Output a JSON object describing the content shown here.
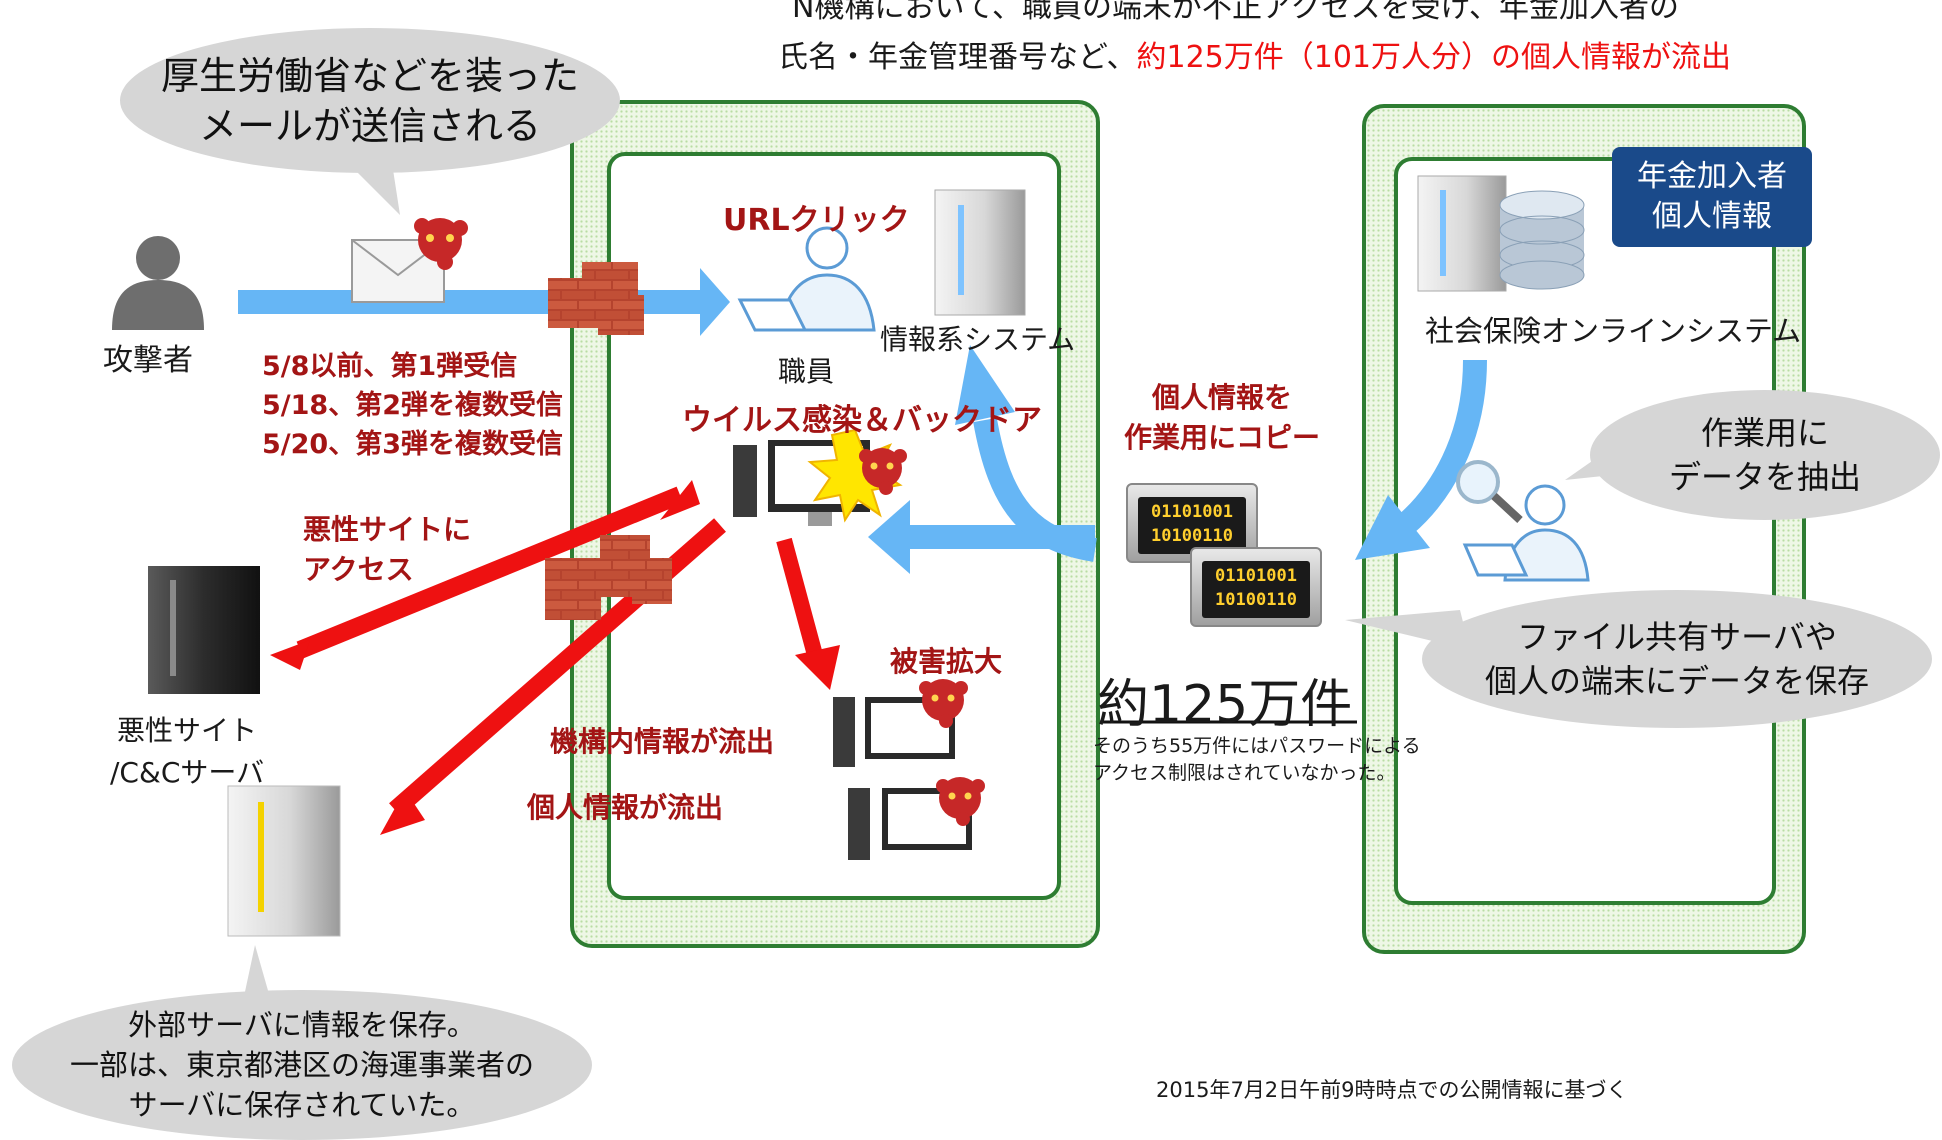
{
  "header": {
    "line1": "N機構において、職員の端末が不正アクセスを受け、年金加入者の",
    "line2_prefix": "氏名・年金管理番号など、",
    "line2_highlight": "約125万件（101万人分）の個人情報が流出"
  },
  "bubbles": {
    "phishing": {
      "line1": "厚生労働省などを装った",
      "line2": "メールが送信される"
    },
    "extract": {
      "line1": "作業用に",
      "line2": "データを抽出"
    },
    "save": {
      "line1": "ファイル共有サーバや",
      "line2": "個人の端末にデータを保存"
    },
    "external": {
      "line1": "外部サーバに情報を保存。",
      "line2": "一部は、東京都港区の海運事業者の",
      "line3": "サーバに保存されていた。"
    }
  },
  "labels": {
    "attacker": "攻撃者",
    "employee": "職員",
    "url_click": "URLクリック",
    "info_system": "情報系システム",
    "timeline": [
      "5/8以前、第1弾受信",
      "5/18、第2弾を複数受信",
      "5/20、第3弾を複数受信"
    ],
    "virus": "ウイルス感染＆バックドア",
    "malicious_access": {
      "line1": "悪性サイトに",
      "line2": "アクセス"
    },
    "malicious_site": {
      "line1": "悪性サイト",
      "line2": "/C&Cサーバ"
    },
    "damage_spread": "被害拡大",
    "internal_leak": "機構内情報が流出",
    "personal_leak": "個人情報が流出",
    "copy_personal": {
      "line1": "個人情報を",
      "line2": "作業用にコピー"
    },
    "pension_badge": {
      "line1": "年金加入者",
      "line2": "個人情報"
    },
    "social_system": "社会保険オンラインシステム",
    "count": "約125万件",
    "count_note": {
      "line1": "そのうち55万件にはパスワードによる",
      "line2": "アクセス制限はされていなかった。"
    },
    "binary_1a": "01101001",
    "binary_1b": "10100110",
    "binary_2a": "01101001",
    "binary_2b": "10100110",
    "footnote": "2015年7月2日午前9時時点での公開情報に基づく"
  },
  "colors": {
    "zone_border": "#2e7d32",
    "blue_arrow": "#66b6f5",
    "red_arrow": "#ee1111",
    "label_red": "#a31515",
    "badge_bg": "#1a4a8a",
    "bubble_bg": "#d6d6d6"
  }
}
